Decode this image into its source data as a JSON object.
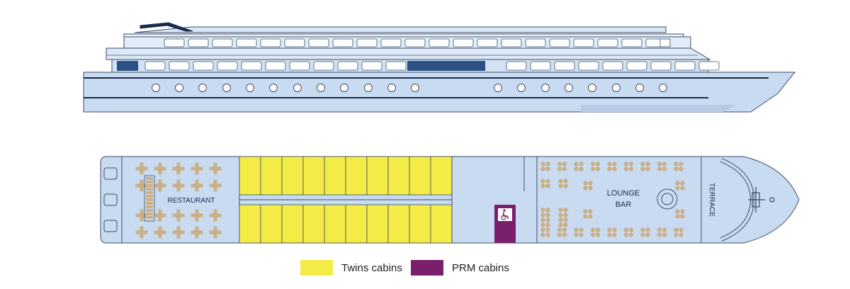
{
  "deck_plan": {
    "labels": {
      "restaurant": "RESTAURANT",
      "lounge_line1": "LOUNGE",
      "lounge_line2": "BAR",
      "terrace": "TERRACE"
    },
    "twin_cabins_top_row": 10,
    "twin_cabins_bottom_row": 10,
    "prm_cabins": 1
  },
  "legend": [
    {
      "label": "Twins cabins",
      "color": "#f3ec46"
    },
    {
      "label": "PRM cabins",
      "color": "#7a1f6c"
    }
  ],
  "colors": {
    "hull": "#c9dbf1",
    "outline": "#3c4d66",
    "dark_accent": "#1b2a4a",
    "window_blue": "#2c4f85",
    "table": "#c9b089",
    "twin_cabin": "#f3ec46",
    "prm_cabin": "#7a1f6c"
  },
  "icons": {
    "accessible": "wheelchair-icon"
  }
}
